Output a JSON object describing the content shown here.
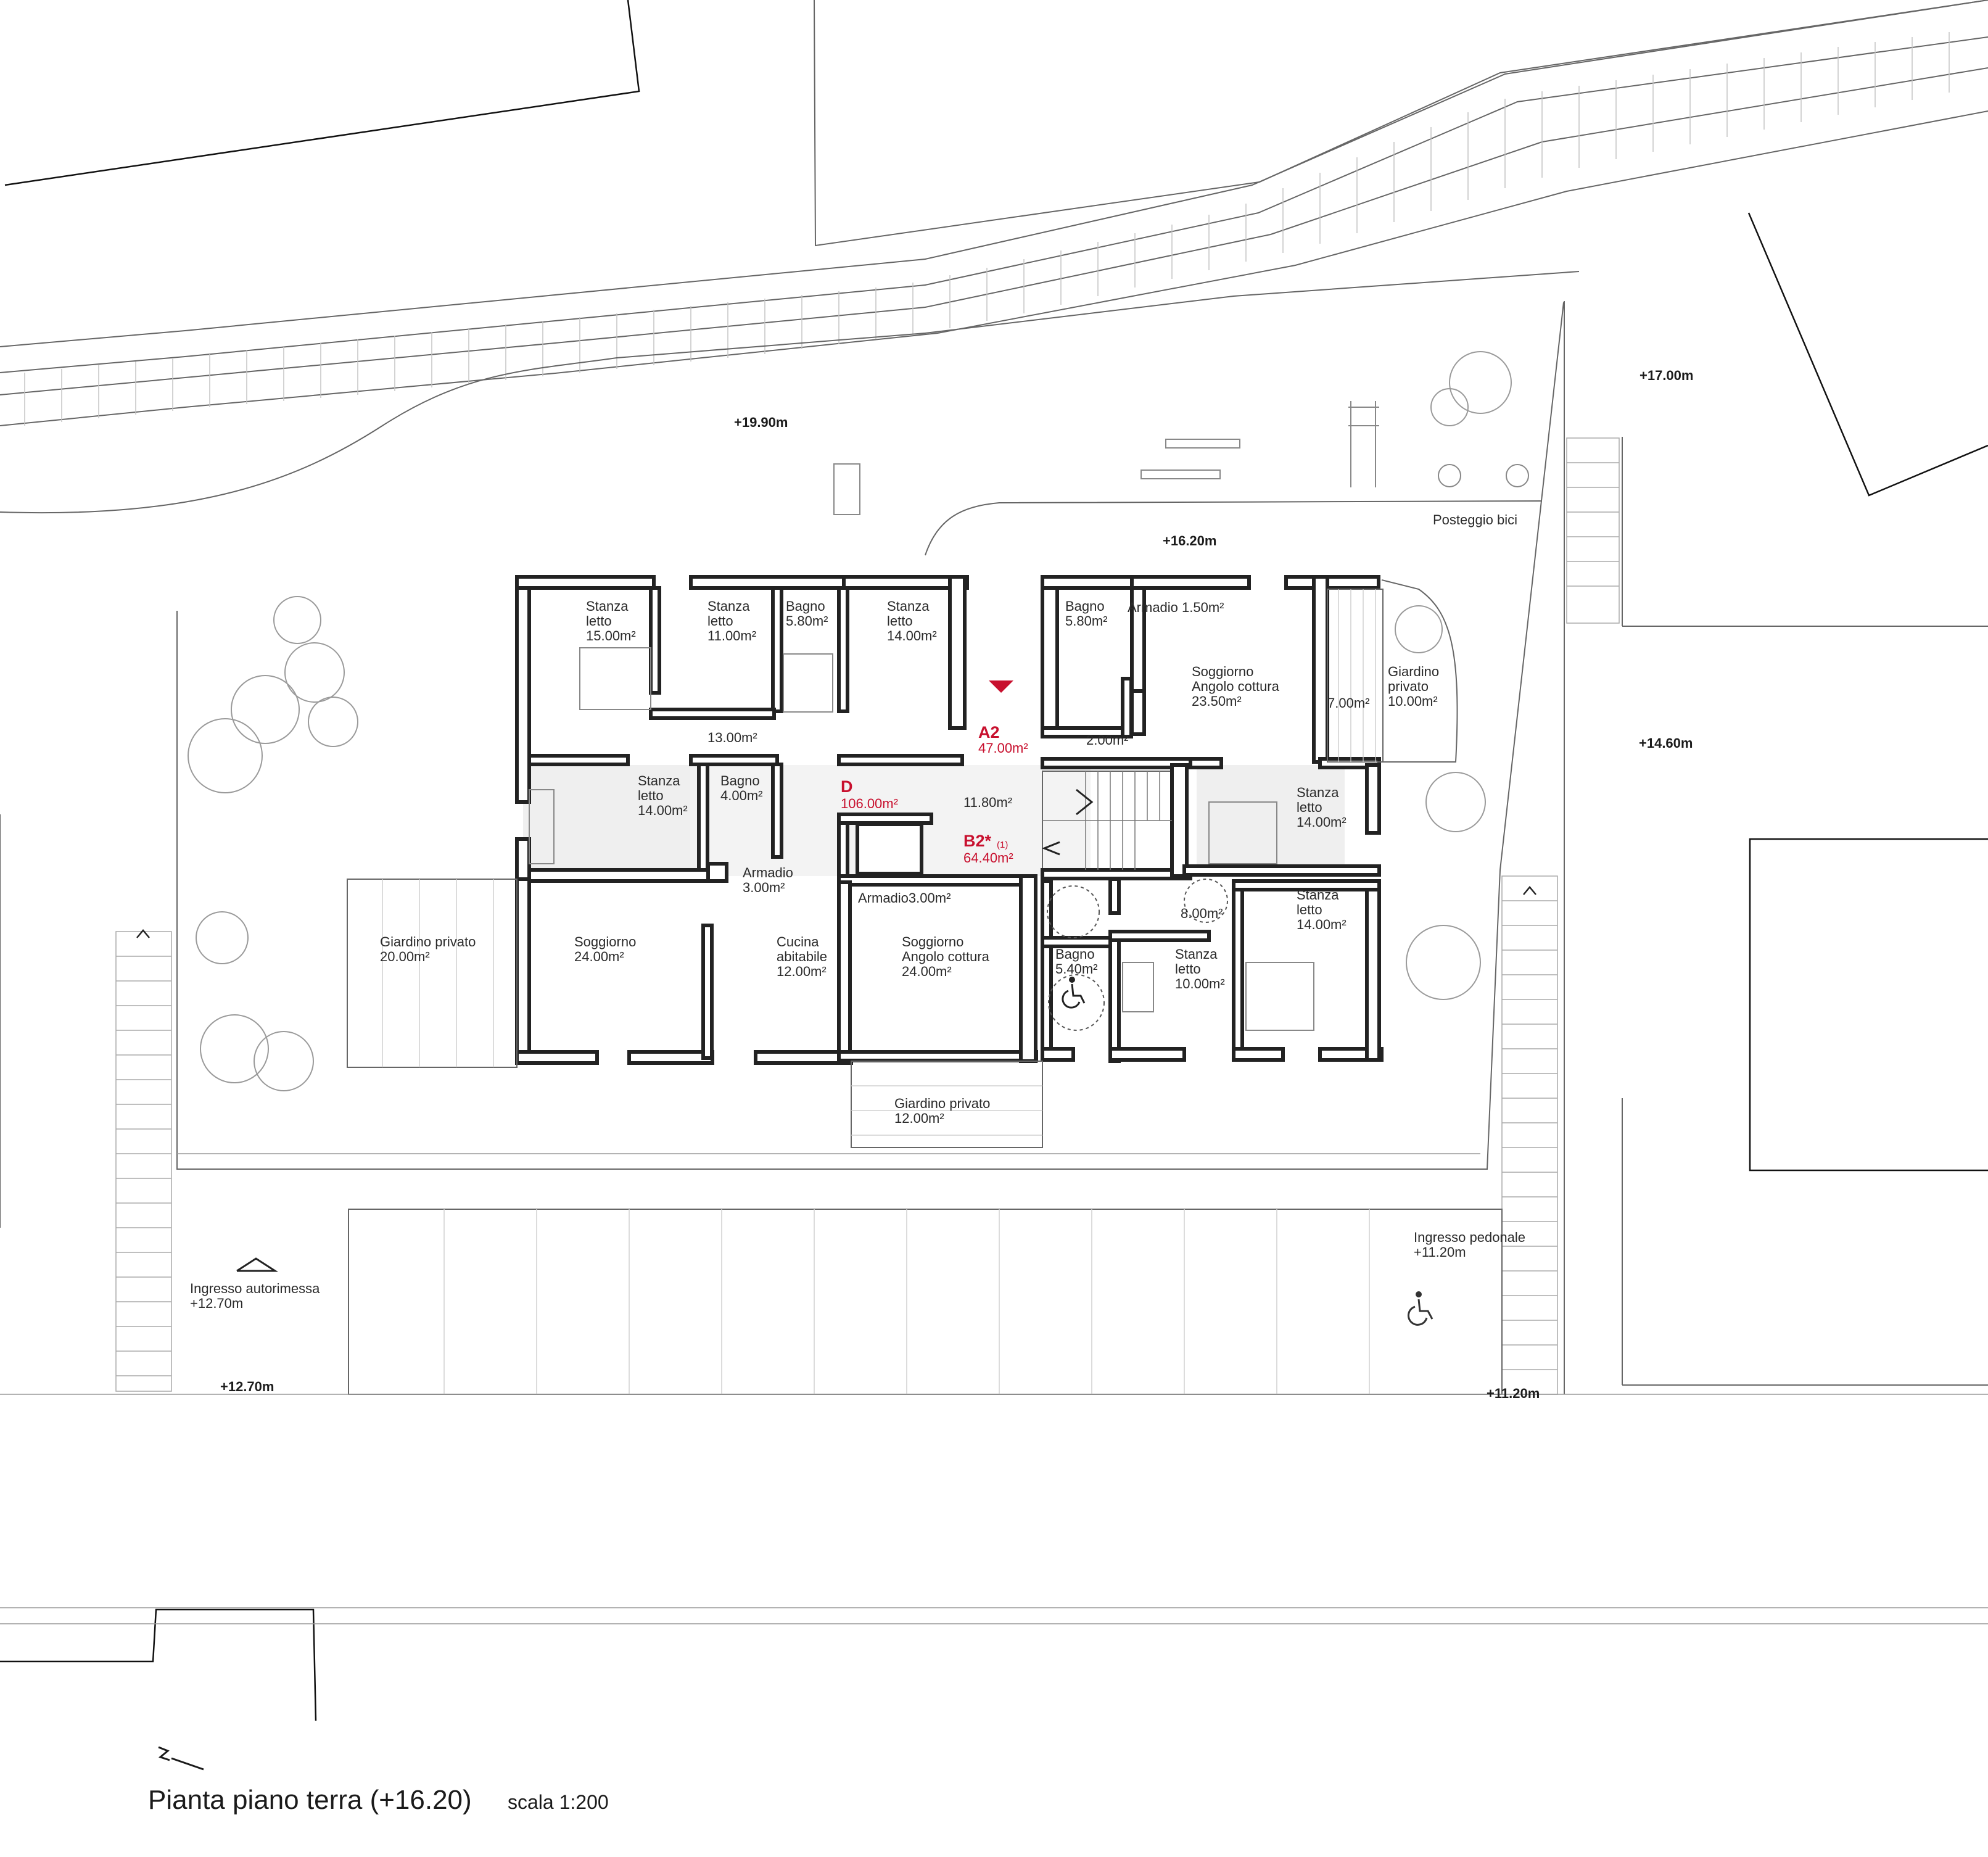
{
  "drawing": {
    "title": "Pianta piano terra (+16.20)",
    "scale": "scala 1:200",
    "accent_color": "#c8102e",
    "line_color": "#222222"
  },
  "levels": {
    "l1990": "+19.90m",
    "l1700": "+17.00m",
    "l1620": "+16.20m",
    "l1460": "+14.60m",
    "l1270": "+12.70m",
    "l1120": "+11.20m"
  },
  "site": {
    "posteggio_bici": "Posteggio bici",
    "ingresso_autorimessa": "Ingresso autorimessa",
    "ingresso_autorimessa_level": "+12.70m",
    "ingresso_pedonale": "Ingresso pedonale",
    "ingresso_pedonale_level": "+11.20m"
  },
  "units": {
    "a2": {
      "code": "A2",
      "area": "47.00m²"
    },
    "d": {
      "code": "D",
      "area": "106.00m²"
    },
    "b2": {
      "code": "B2*",
      "note": "(1)",
      "area": "64.40m²"
    }
  },
  "rooms": {
    "r1": {
      "l1": "Stanza",
      "l2": "letto",
      "l3": "15.00m²"
    },
    "r2": {
      "l1": "Stanza",
      "l2": "letto",
      "l3": "11.00m²"
    },
    "r3": {
      "l1": "Bagno",
      "l2": "5.80m²"
    },
    "r4": {
      "l1": "Stanza",
      "l2": "letto",
      "l3": "14.00m²"
    },
    "r5": {
      "l1": "13.00m²"
    },
    "r6": {
      "l1": "Stanza",
      "l2": "letto",
      "l3": "14.00m²"
    },
    "r7": {
      "l1": "Bagno",
      "l2": "4.00m²"
    },
    "r8": {
      "l1": "Armadio",
      "l2": "3.00m²"
    },
    "r9": {
      "l1": "Giardino privato",
      "l2": "20.00m²"
    },
    "r10": {
      "l1": "Soggiorno",
      "l2": "24.00m²"
    },
    "r11": {
      "l1": "Cucina",
      "l2": "abitabile",
      "l3": "12.00m²"
    },
    "r12": {
      "l1": "11.80m²"
    },
    "r13": {
      "l1": "Armadio3.00m²"
    },
    "r14": {
      "l1": "Soggiorno",
      "l2": "Angolo cottura",
      "l3": "24.00m²"
    },
    "r15": {
      "l1": "Giardino privato",
      "l2": "12.00m²"
    },
    "r16": {
      "l1": "Bagno",
      "l2": "5.80m²"
    },
    "r17": {
      "l1": "Armadio 1.50m²"
    },
    "r18": {
      "l1": "Soggiorno",
      "l2": "Angolo cottura",
      "l3": "23.50m²"
    },
    "r19": {
      "l1": "7.00m²"
    },
    "r20": {
      "l1": "Giardino",
      "l2": "privato",
      "l3": "10.00m²"
    },
    "r21": {
      "l1": "2.00m²"
    },
    "r22": {
      "l1": "Stanza",
      "l2": "letto",
      "l3": "14.00m²"
    },
    "r23": {
      "l1": "8.00m²"
    },
    "r24": {
      "l1": "Stanza",
      "l2": "letto",
      "l3": "14.00m²"
    },
    "r25": {
      "l1": "Bagno",
      "l2": "5.40m²"
    },
    "r26": {
      "l1": "Stanza",
      "l2": "letto",
      "l3": "10.00m²"
    }
  }
}
